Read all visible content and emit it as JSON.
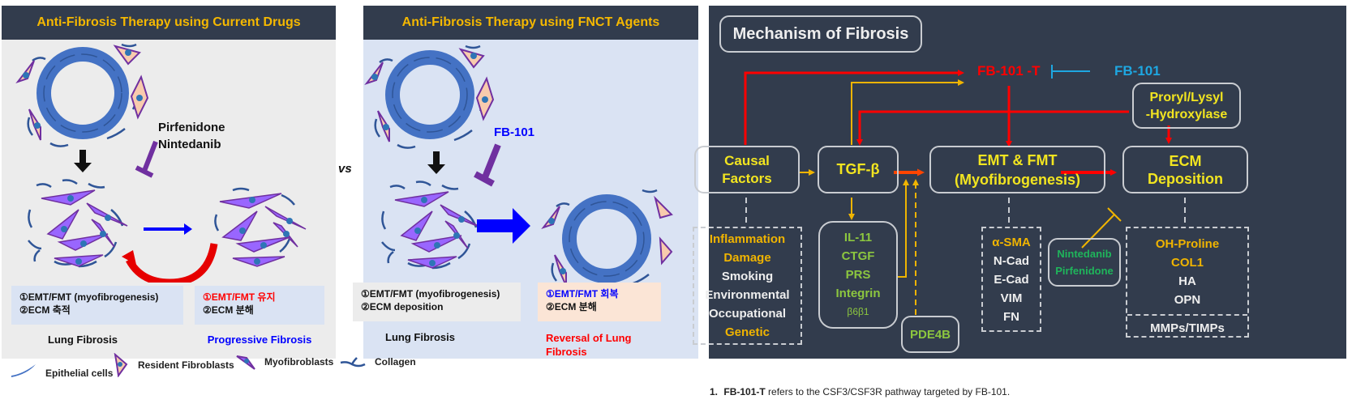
{
  "left_panel": {
    "title": "Anti-Fibrosis Therapy using Current Drugs",
    "drug_label_1": "Pirfenidone",
    "drug_label_2": "Nintedanib",
    "box1": {
      "line1": "①EMT/FMT (myofibrogenesis)",
      "line2": "②ECM 축적"
    },
    "box2": {
      "line1": "①EMT/FMT 유지",
      "line2": "②ECM 분해"
    },
    "caption1": "Lung Fibrosis",
    "caption2": "Progressive Fibrosis"
  },
  "vs_label": "vs",
  "middle_panel": {
    "title": "Anti-Fibrosis Therapy using FNCT Agents",
    "drug_label": "FB-101",
    "box1": {
      "line1": "①EMT/FMT (myofibrogenesis)",
      "line2": "②ECM deposition"
    },
    "box2": {
      "line1": "①EMT/FMT 회복",
      "line2": "②ECM 분해"
    },
    "caption1": "Lung Fibrosis",
    "caption2": "Reversal of Lung Fibrosis"
  },
  "legend": [
    {
      "icon": "epithelial-cell-icon",
      "label": "Epithelial cells"
    },
    {
      "icon": "resident-fibroblast-icon",
      "label": "Resident Fibroblasts"
    },
    {
      "icon": "myofibroblast-icon",
      "label": "Myofibroblasts"
    },
    {
      "icon": "collagen-icon",
      "label": "Collagen"
    }
  ],
  "mechanism": {
    "title": "Mechanism of Fibrosis",
    "fb101t": "FB-101 -T",
    "fb101": "FB-101",
    "causal": {
      "line1": "Causal",
      "line2": "Factors"
    },
    "tgf": "TGF-β",
    "emt": {
      "line1": "EMT & FMT",
      "line2": "(Myofibrogenesis)"
    },
    "hydroxylase": {
      "line1": "Proryl/Lysyl",
      "line2": "-Hydroxylase"
    },
    "ecm": {
      "line1": "ECM",
      "line2": "Deposition"
    },
    "causal_list": [
      {
        "text": "Inflammation",
        "tone": "orange"
      },
      {
        "text": "Damage",
        "tone": "orange"
      },
      {
        "text": "Smoking",
        "tone": "white"
      },
      {
        "text": "Environmental",
        "tone": "white"
      },
      {
        "text": "Occupational",
        "tone": "white"
      },
      {
        "text": "Genetic",
        "tone": "orange"
      }
    ],
    "tgf_list": [
      "IL-11",
      "CTGF",
      "PRS",
      "Integrin",
      "β6β1"
    ],
    "pde4b": "PDE4B",
    "emt_list": [
      {
        "text": "α-SMA",
        "tone": "orange"
      },
      {
        "text": "N-Cad",
        "tone": "white"
      },
      {
        "text": "E-Cad",
        "tone": "white"
      },
      {
        "text": "VIM",
        "tone": "white"
      },
      {
        "text": "FN",
        "tone": "white"
      }
    ],
    "drugs": {
      "line1": "Nintedanib",
      "line2": "Pirfenidone"
    },
    "ecm_list": [
      {
        "text": "OH-Proline",
        "tone": "orange"
      },
      {
        "text": "COL1",
        "tone": "orange"
      },
      {
        "text": "HA",
        "tone": "white"
      },
      {
        "text": "OPN",
        "tone": "white"
      }
    ],
    "ecm_footer": "MMPs/TIMPs"
  },
  "footnote": {
    "number": "1.",
    "bold": "FB-101-T",
    "text": " refers to the CSF3/CSF3R pathway targeted by FB-101."
  },
  "colors": {
    "header_bg": "#323c4d",
    "header_text": "#f5b800",
    "red": "#ff0000",
    "blue": "#0000ff",
    "cyan": "#1ea7e1",
    "purple": "#7030a0",
    "epithelial": "#4472c4"
  }
}
